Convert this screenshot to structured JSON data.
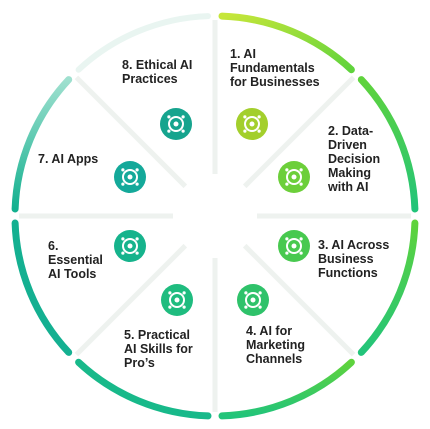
{
  "segments": [
    {
      "number": "1.",
      "label": "1. AI\nFundamentals\nfor Businesses",
      "icon": "brain-chip-icon",
      "color": "#a3cf2c"
    },
    {
      "number": "2.",
      "label": "2. Data-\nDriven\nDecision\nMaking\nwith AI",
      "icon": "data-flow-icon",
      "color": "#6ccf3a"
    },
    {
      "number": "3.",
      "label": "3. AI Across\nBusiness\nFunctions",
      "icon": "monitor-chart-icon",
      "color": "#48c94f"
    },
    {
      "number": "4.",
      "label": "4. AI for\nMarketing\nChannels",
      "icon": "marketing-network-icon",
      "color": "#2fc26a"
    },
    {
      "number": "5.",
      "label": "5. Practical\nAI Skills for\nPro’s",
      "icon": "gear-hand-icon",
      "color": "#1fbc7f"
    },
    {
      "number": "6.",
      "label": "6.\nEssential\nAI Tools",
      "icon": "tools-network-icon",
      "color": "#16b38c"
    },
    {
      "number": "7.",
      "label": "7. AI Apps",
      "icon": "apps-flower-icon",
      "color": "#14a99a"
    },
    {
      "number": "8.",
      "label": "8. Ethical AI\nPractices",
      "icon": "ethics-shield-icon",
      "color": "#16a48e"
    }
  ]
}
